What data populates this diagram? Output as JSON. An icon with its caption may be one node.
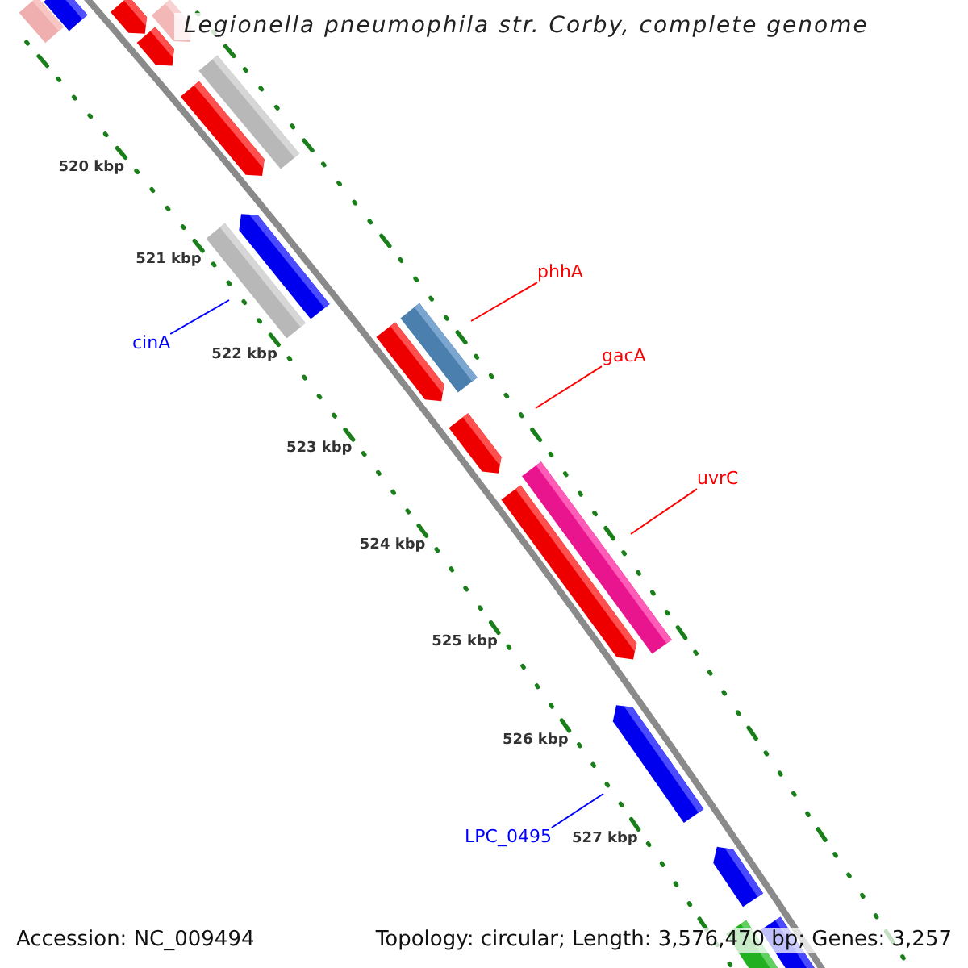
{
  "diagram": {
    "title": "Legionella pneumophila str. Corby, complete genome",
    "nodes": [
      {
        "text": [
          "cinA"
        ]
      },
      {
        "text": [
          "phhA"
        ]
      },
      {
        "text": [
          "gacA"
        ]
      },
      {
        "text": [
          "uvrC"
        ]
      },
      {
        "text": [
          "LPC_0495"
        ]
      }
    ],
    "edges": [
      {
        "from": 0,
        "to": null,
        "arrow": "none",
        "color": "#0000ff"
      },
      {
        "from": 1,
        "to": null,
        "arrow": "none"
      },
      {
        "from": 2,
        "to": null,
        "arrow": "none"
      },
      {
        "from": 3,
        "to": null,
        "arrow": "none"
      },
      {
        "from": 4,
        "to": null,
        "arrow": "none",
        "color": "#0000ff"
      }
    ],
    "labels": [
      "520 kbp",
      "521 kbp",
      "522 kbp",
      "523 kbp",
      "524 kbp",
      "525 kbp",
      "526 kbp",
      "527 kbp",
      "Accession: NC_009494",
      "Topology: circular; Length: 3,576,470 bp; Genes: 3,257"
    ]
  }
}
